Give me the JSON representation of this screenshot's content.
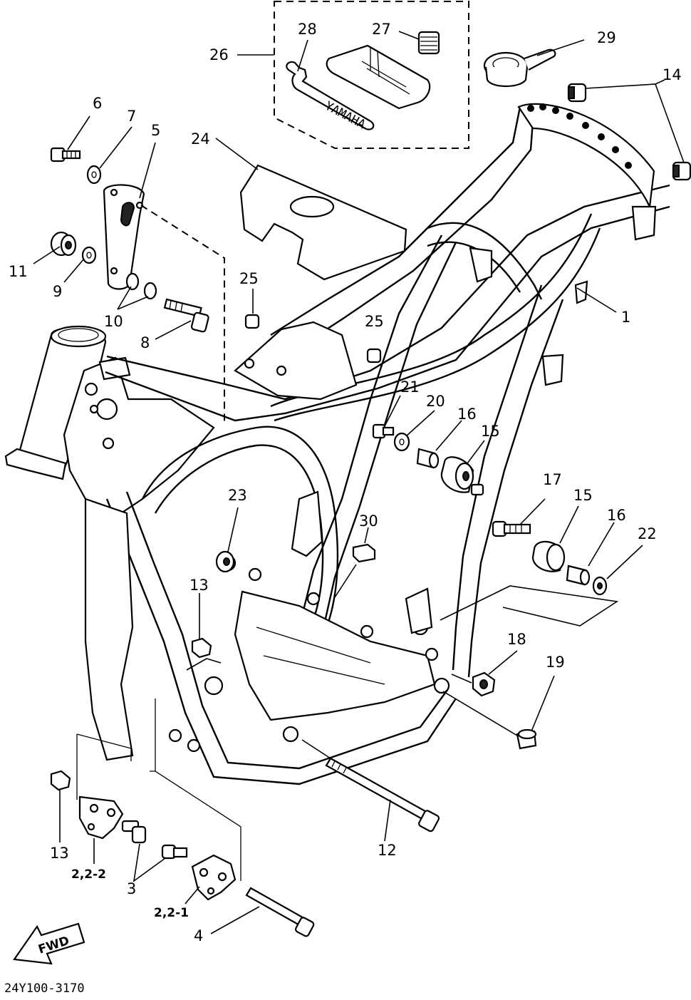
{
  "diagram_code": "24Y100-3170",
  "fwd_label": "FWD",
  "brand_mark": "YAMAHA",
  "callouts": {
    "c1": "1",
    "c2a": "2,2-2",
    "c2b": "2,2-1",
    "c3": "3",
    "c4": "4",
    "c5": "5",
    "c6": "6",
    "c7": "7",
    "c8": "8",
    "c9": "9",
    "c10": "10",
    "c11": "11",
    "c12": "12",
    "c13a": "13",
    "c13b": "13",
    "c14": "14",
    "c15a": "15",
    "c15b": "15",
    "c16a": "16",
    "c16b": "16",
    "c17": "17",
    "c18": "18",
    "c19": "19",
    "c20": "20",
    "c21": "21",
    "c22": "22",
    "c23": "23",
    "c24": "24",
    "c25a": "25",
    "c25b": "25",
    "c26": "26",
    "c27": "27",
    "c28": "28",
    "c29": "29",
    "c30": "30"
  }
}
